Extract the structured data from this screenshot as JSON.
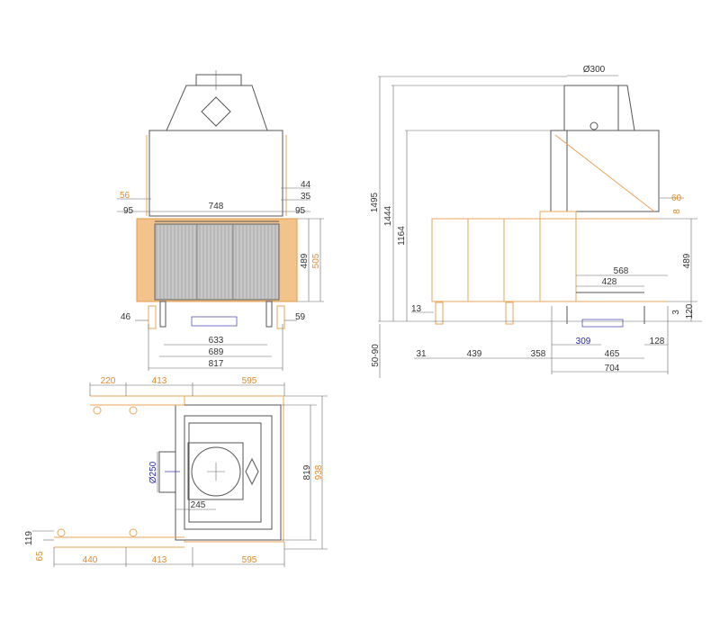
{
  "title": "Fireplace insert dimension drawing",
  "colors": {
    "line": "#555555",
    "orange": "#e08a2c",
    "blue": "#2a2aa8"
  },
  "front_view": {
    "w748": "748",
    "w95_left": "95",
    "w95_right": "95",
    "w56": "56",
    "w44": "44",
    "w35": "35",
    "h489": "489",
    "h505": "505",
    "w46": "46",
    "w59": "59",
    "w633": "633",
    "w689": "689",
    "w817": "817"
  },
  "side_view": {
    "d300": "Ø300",
    "h1495": "1495",
    "h1444": "1444",
    "h1164": "1164",
    "w60": "60",
    "h8": "8",
    "h489": "489",
    "w568": "568",
    "w428": "428",
    "w13": "13",
    "h3": "3",
    "h120": "120",
    "w309": "309",
    "w128": "128",
    "h50_90": "50-90",
    "w31": "31",
    "w439": "439",
    "w358": "358",
    "w465": "465",
    "w704": "704"
  },
  "top_view": {
    "w220": "220",
    "w413_top": "413",
    "w595_top": "595",
    "w440": "440",
    "w413_bottom": "413",
    "w595_bottom": "595",
    "h819": "819",
    "h938": "938",
    "d250": "Ø250",
    "w245": "245",
    "h119": "119",
    "h65": "65"
  }
}
